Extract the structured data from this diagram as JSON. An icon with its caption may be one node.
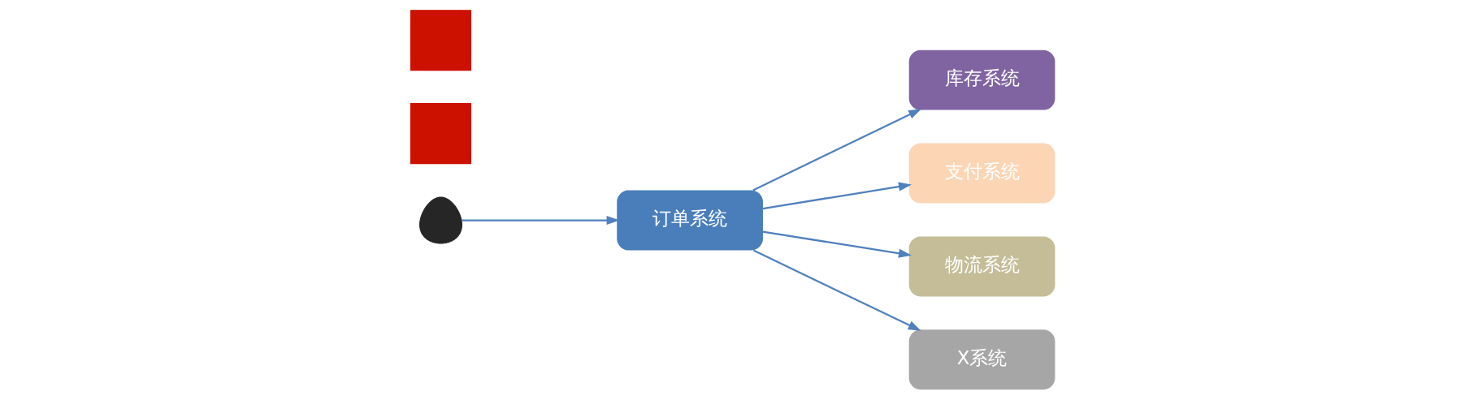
{
  "diagram": {
    "nodes": [
      {
        "text": [],
        "shape": "person"
      },
      {
        "text": [
          "订单系统"
        ]
      },
      {
        "text": [
          "库存系统"
        ]
      },
      {
        "text": [
          "支付系统"
        ]
      },
      {
        "text": [
          "物流系统"
        ]
      },
      {
        "text": [
          "X系统"
        ]
      },
      {
        "text": [],
        "shape": "cross"
      },
      {
        "text": [],
        "shape": "cross"
      }
    ],
    "edges": [
      {
        "from": 0,
        "to": 1,
        "arrow": "to"
      },
      {
        "from": 1,
        "to": 2,
        "arrow": "to"
      },
      {
        "from": 1,
        "to": 3,
        "arrow": "to"
      },
      {
        "from": 1,
        "to": 4,
        "arrow": "to"
      },
      {
        "from": 1,
        "to": 5,
        "arrow": "to"
      }
    ]
  }
}
